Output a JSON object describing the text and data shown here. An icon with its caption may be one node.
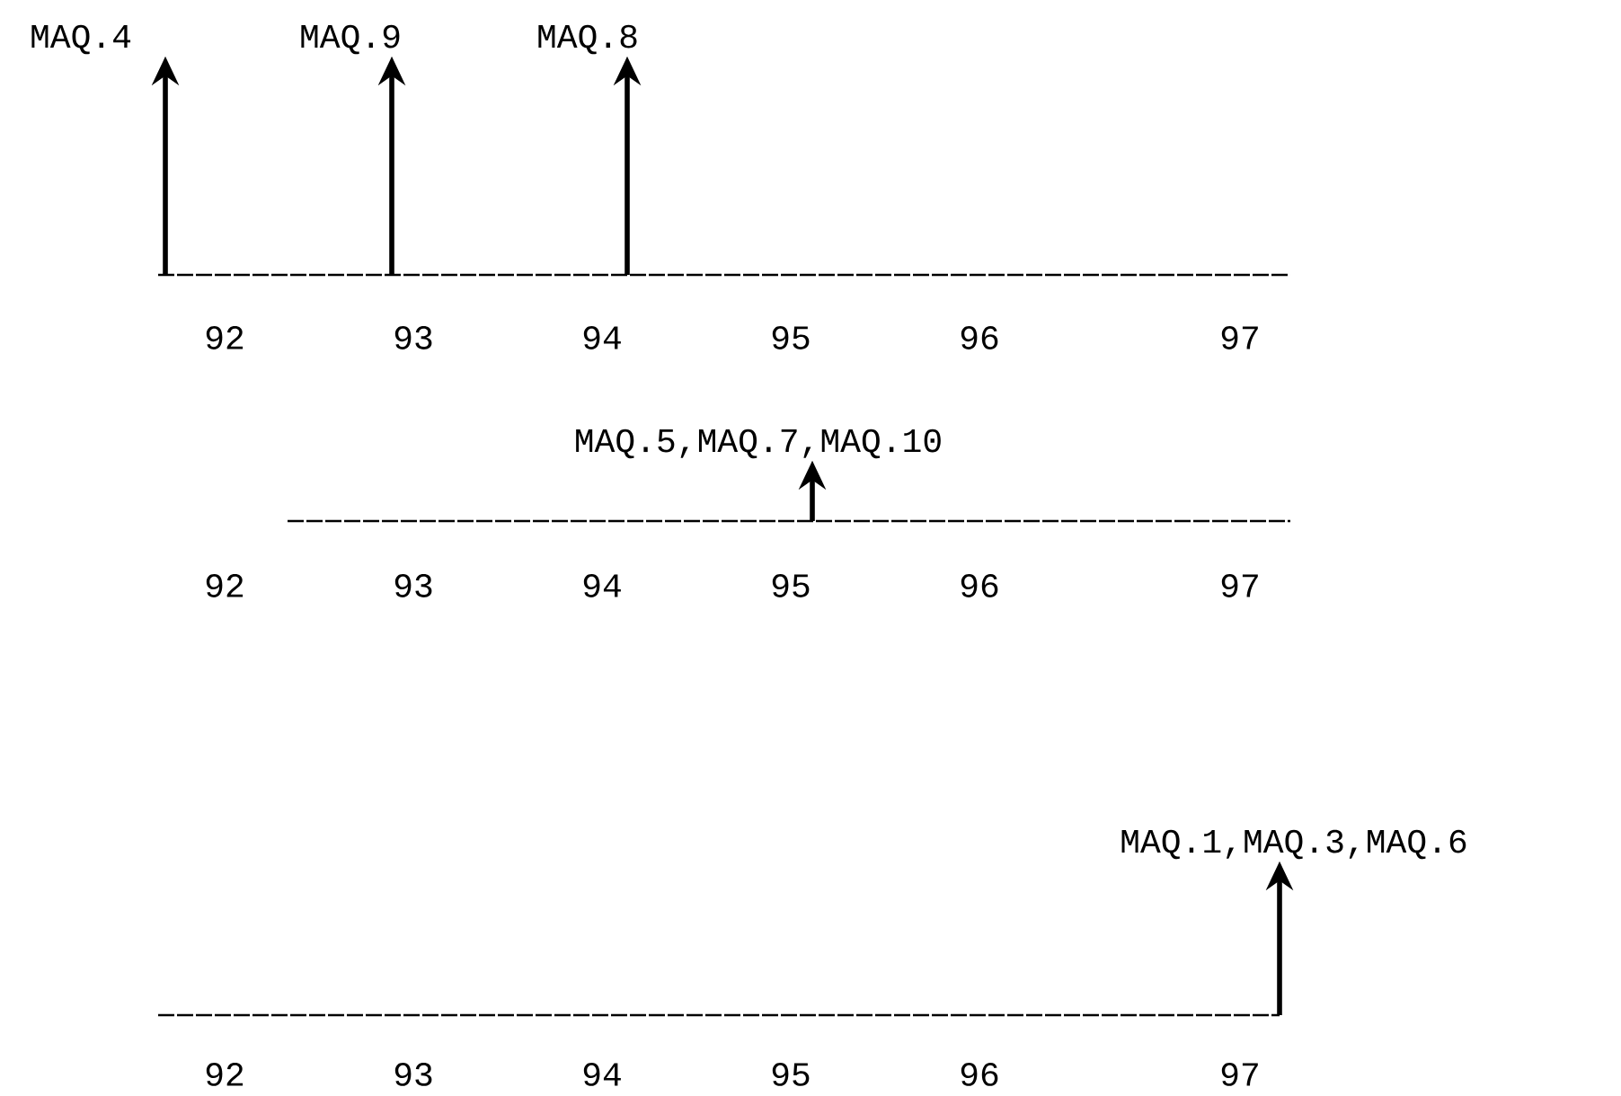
{
  "diagram": {
    "nodes": [
      {
        "text": [
          "MAQ.4"
        ]
      },
      {
        "text": [
          "MAQ.9"
        ]
      },
      {
        "text": [
          "MAQ.8"
        ]
      },
      {
        "text": [
          "MAQ.5,MAQ.7,MAQ.10"
        ]
      },
      {
        "text": [
          "MAQ.1,MAQ.3,MAQ.6"
        ]
      }
    ],
    "edges": [
      {
        "from": null,
        "to": 0,
        "arrow": "to"
      },
      {
        "from": null,
        "to": 1,
        "arrow": "to"
      },
      {
        "from": null,
        "to": 2,
        "arrow": "to"
      },
      {
        "from": null,
        "to": 3,
        "arrow": "to"
      },
      {
        "from": null,
        "to": 4,
        "arrow": "to"
      }
    ],
    "labels": [
      "92",
      "93",
      "94",
      "95",
      "96",
      "97",
      "92",
      "93",
      "94",
      "95",
      "96",
      "97",
      "92",
      "93",
      "94",
      "95",
      "96",
      "97"
    ]
  }
}
